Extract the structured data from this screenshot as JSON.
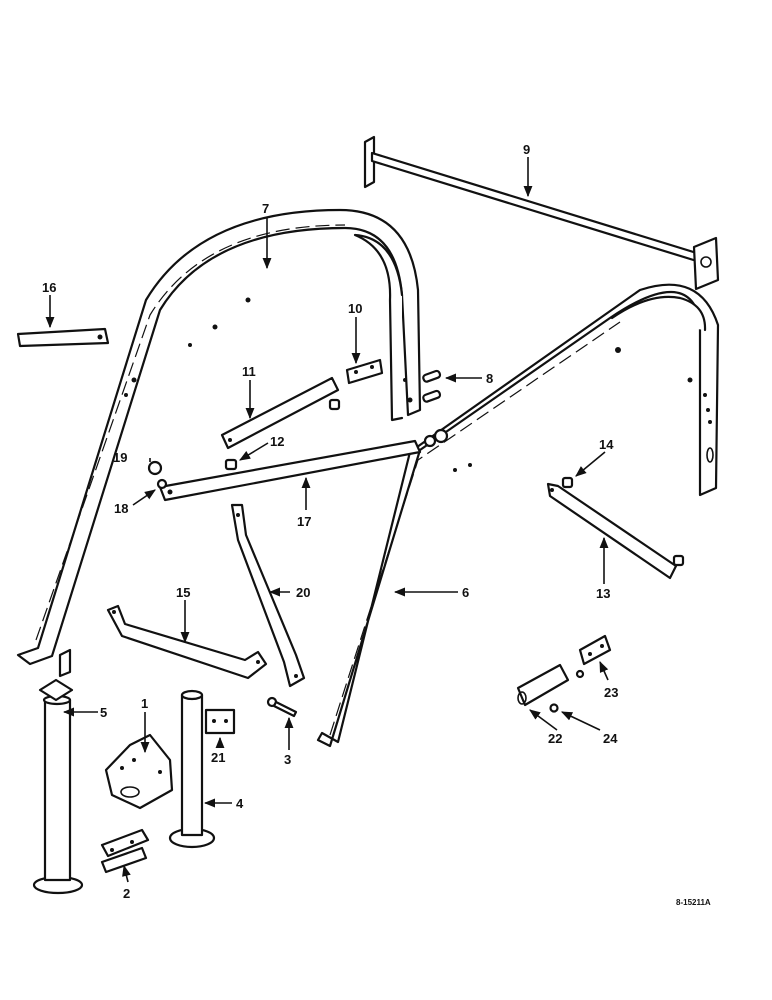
{
  "callouts": {
    "c1": "1",
    "c2": "2",
    "c3": "3",
    "c4": "4",
    "c5": "5",
    "c6": "6",
    "c7": "7",
    "c8": "8",
    "c9": "9",
    "c10": "10",
    "c11": "11",
    "c12": "12",
    "c13": "13",
    "c14": "14",
    "c15": "15",
    "c16": "16",
    "c17": "17",
    "c18": "18",
    "c19": "19",
    "c20": "20",
    "c21": "21",
    "c22": "22",
    "c23": "23",
    "c24": "24"
  },
  "drawing_ref": "8-15211A"
}
